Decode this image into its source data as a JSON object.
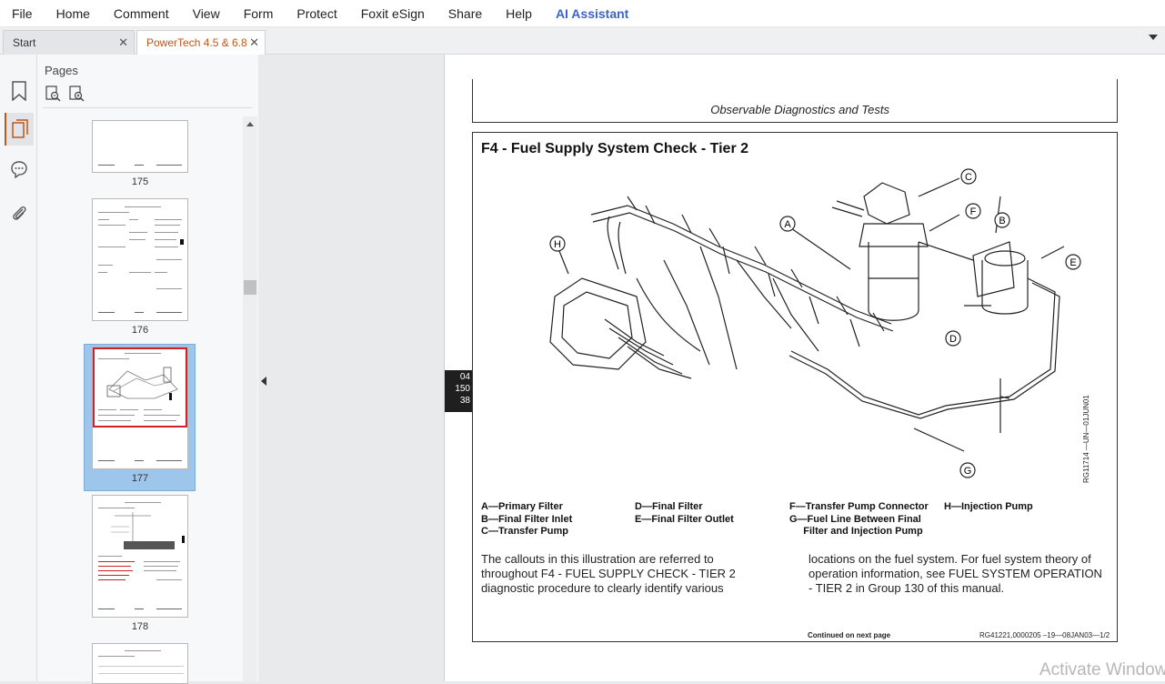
{
  "menu": {
    "items": [
      "File",
      "Home",
      "Comment",
      "View",
      "Form",
      "Protect",
      "Foxit eSign",
      "Share",
      "Help"
    ],
    "ai_label": "AI Assistant"
  },
  "tabs": {
    "start_label": "Start",
    "doc_label": "PowerTech 4.5 & 6.8 ...",
    "close_glyph": "✕"
  },
  "pages_panel": {
    "title": "Pages",
    "thumbnails": [
      {
        "page": "175"
      },
      {
        "page": "176"
      },
      {
        "page": "177"
      },
      {
        "page": "178"
      }
    ]
  },
  "document": {
    "header_text": "Observable Diagnostics and Tests",
    "section_title": "F4 - Fuel Supply System Check - Tier 2",
    "side_tab": [
      "04",
      "150",
      "38"
    ],
    "diagram": {
      "callouts": [
        "A",
        "B",
        "C",
        "D",
        "E",
        "F",
        "G",
        "H"
      ],
      "figure_id": "RG11714   —UN—01JUN01"
    },
    "legend": {
      "col1": "A—Primary Filter\nB—Final Filter Inlet\nC—Transfer Pump",
      "col2": "D—Final Filter\nE—Final Filter Outlet",
      "col3": "F—Transfer Pump Connector\nG—Fuel Line Between Final\n     Filter and Injection Pump",
      "col4": "H—Injection Pump"
    },
    "para_left": "The callouts in this illustration are referred to throughout F4 - FUEL SUPPLY CHECK - TIER 2 diagnostic procedure to clearly identify various",
    "para_right": "locations on the fuel system. For fuel system theory of operation information, see FUEL SYSTEM OPERATION - TIER 2 in Group 130 of this manual.",
    "footer_left": "Continued on next page",
    "footer_right": "RG41221,0000205   –19—08JAN03—1/2"
  },
  "watermark": "Activate Window"
}
